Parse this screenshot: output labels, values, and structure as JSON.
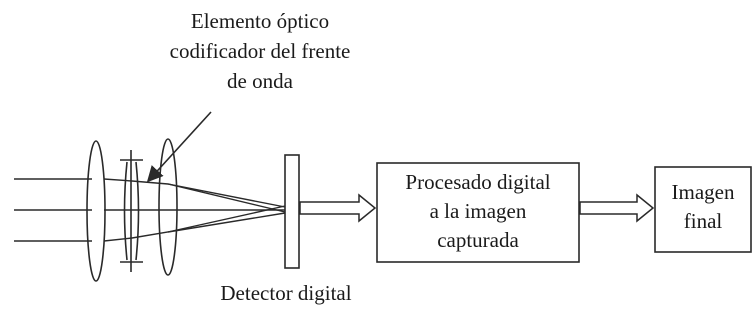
{
  "annotation": {
    "line1": "Elemento óptico",
    "line2": "codificador del frente",
    "line3": "de onda"
  },
  "detector_label": "Detector digital",
  "processing_box": {
    "line1": "Procesado digital",
    "line2": "a la imagen",
    "line3": "capturada"
  },
  "final_box": {
    "line1": "Imagen",
    "line2": "final"
  },
  "colors": {
    "stroke": "#2a2a2a",
    "background": "#ffffff"
  }
}
